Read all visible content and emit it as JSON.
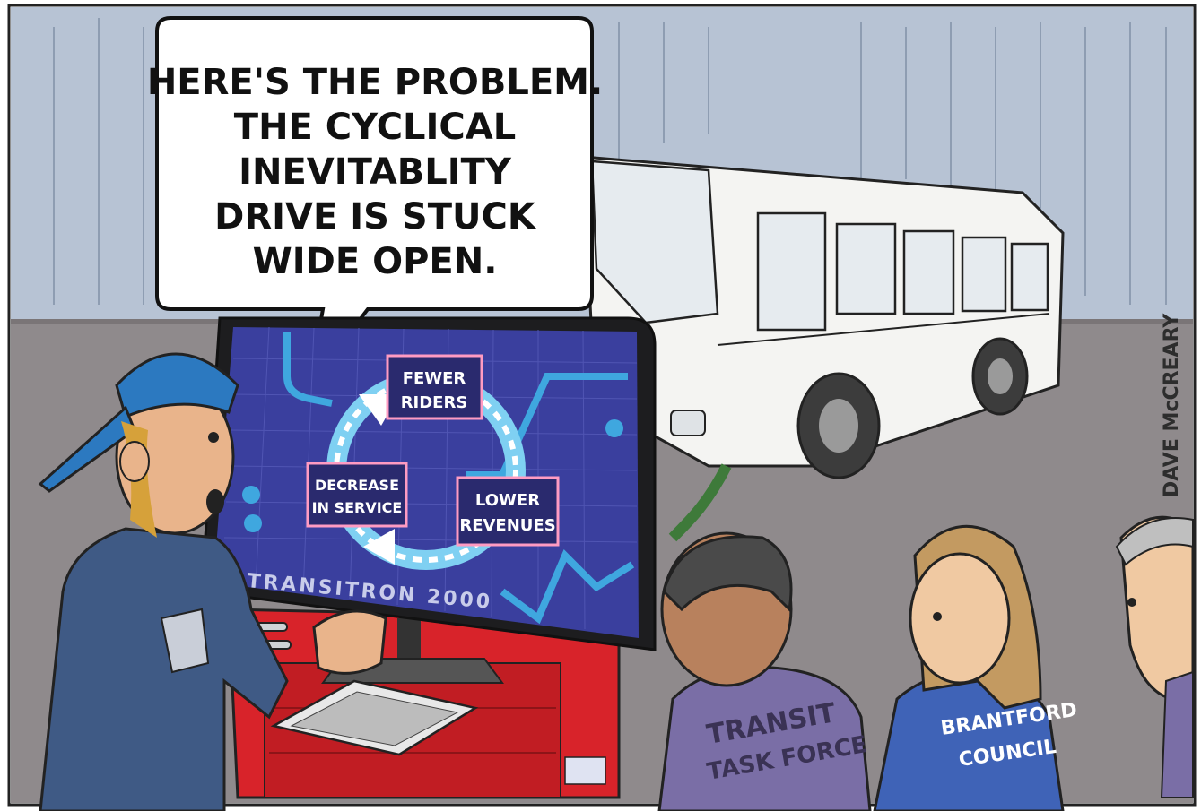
{
  "speech_bubble": {
    "lines": [
      "HERE'S THE PROBLEM.",
      "THE CYCLICAL",
      "INEVITABLITY",
      "DRIVE IS STUCK",
      "WIDE OPEN."
    ]
  },
  "monitor": {
    "cycle": {
      "top": [
        "FEWER",
        "RIDERS"
      ],
      "right": [
        "LOWER",
        "REVENUES"
      ],
      "left": [
        "DECREASE",
        "IN SERVICE"
      ]
    },
    "brand": "TRANSITRON 2000"
  },
  "vests": {
    "transit": [
      "TRANSIT",
      "TASK FORCE"
    ],
    "council": [
      "BRANTFORD",
      "COUNCIL"
    ]
  },
  "signature": "DAVE McCREARY",
  "colors": {
    "screen_blue": "#3a3f9e",
    "screen_line": "#3fa7df",
    "cabinet_red": "#d8232a",
    "floor": "#8f8a8c",
    "wall": "#b7c3d4",
    "coverall": "#3f5a85",
    "vest_purple": "#7a6ea6",
    "vest_blue": "#3f63b7"
  },
  "icons": [
    "speech-bubble-icon",
    "bus-icon",
    "cycle-arrow-icon",
    "keyboard-icon",
    "wrench-icon"
  ]
}
